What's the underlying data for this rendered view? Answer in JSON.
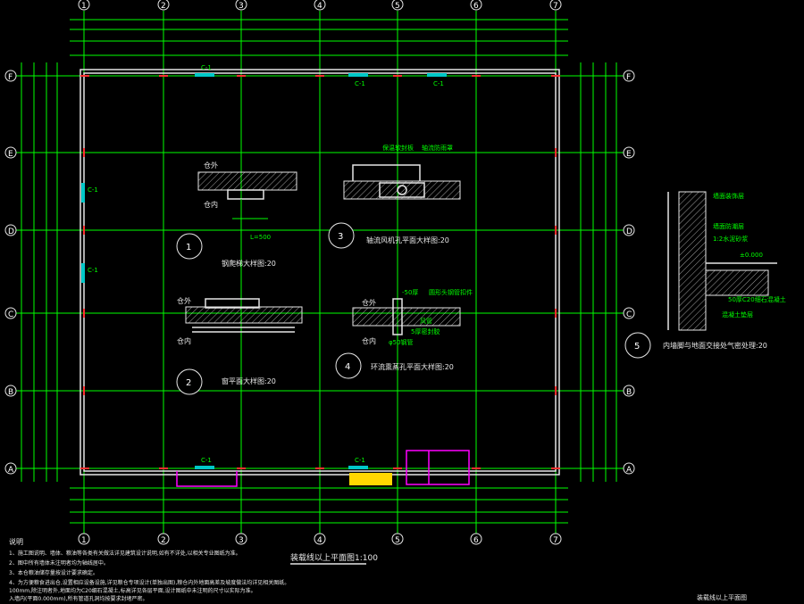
{
  "grid": {
    "columns": [
      "1",
      "2",
      "3",
      "4",
      "5",
      "6",
      "7"
    ],
    "rows": [
      "F",
      "E",
      "D",
      "C",
      "B",
      "A"
    ]
  },
  "windows": {
    "top_c1": "C-1",
    "top_c1b": "C-1",
    "top_c1c": "C-1",
    "left_c1": "C-1",
    "left_c1b": "C-1",
    "bottom_c1": "C-1",
    "bottom_c1b": "C-1"
  },
  "details": {
    "d1": {
      "num": "1",
      "title": "钢爬梯大样图:20",
      "out": "仓外",
      "in": "仓内",
      "dim": "L=500"
    },
    "d2": {
      "num": "2",
      "title": "窗平面大样图:20",
      "out": "仓外",
      "in": "仓内"
    },
    "d3": {
      "num": "3",
      "title": "轴流风机孔平面大样图:20",
      "label1": "保温软封板",
      "label2": "轴流防雨罩"
    },
    "d4": {
      "num": "4",
      "title": "环流熏蒸孔平面大样图:20",
      "label1": "-50厚",
      "label2": "圆形头钢管扣件",
      "out": "仓外",
      "in": "仓内",
      "label3": "风管",
      "label4": "5厚密封胶",
      "label5": "φ50钢管"
    },
    "d5": {
      "num": "5",
      "title": "内墙脚与地面交接处气密处理:20",
      "label1": "墙面装饰层",
      "label2": "墙面防潮层",
      "label3": "1:2水泥砂浆",
      "label4": "±0.000",
      "label5": "50厚C20细石混凝土",
      "label6": "混凝土垫层"
    }
  },
  "plan_title": "装载线以上平面图1:100",
  "notes": {
    "heading": "说明",
    "lines": [
      "1、施工图说明、墙体、粮油等各类有关做法详见建筑设计说明,如有不详处,以相关专业图纸为准。",
      "2、图中所有墙体未注明者均为轴线居中。",
      "3、本仓粮油储存量按设计要求确定。",
      "4、为方便粮食进出仓,设置相应设备设施,详见粮仓专项设计(单独出图),粮仓内外地面高差及坡度做法均详见相关图纸。",
      "100mm,除注明者外,地面均为C20细石混凝土,标高详见各层平面,设计图纸中未注明的尺寸以实际为准。",
      "入墙内(平面0.000mm),所有管道孔洞均按要求封堵严密。"
    ]
  },
  "corner_caption": "装载线以上平面图"
}
